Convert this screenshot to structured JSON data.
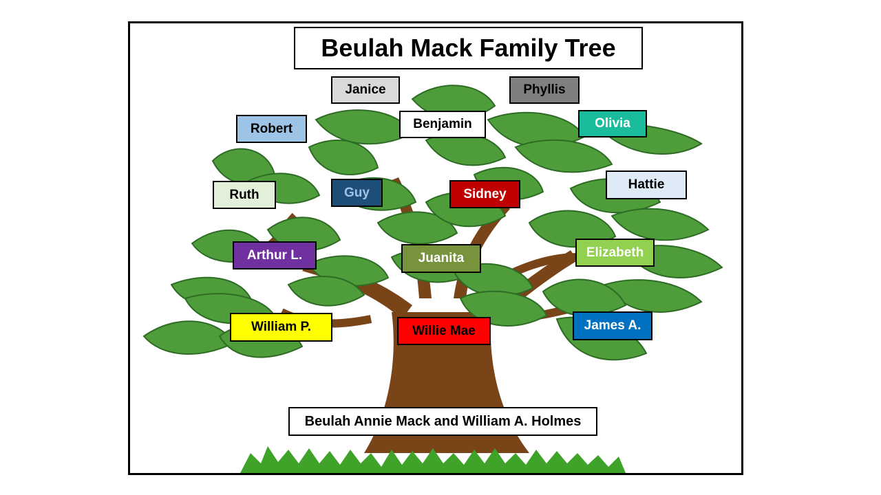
{
  "title": "Beulah Mack Family Tree",
  "root_couple": "Beulah Annie Mack and William A. Holmes",
  "colors": {
    "leaf": "#4e9d3a",
    "leaf_dark": "#2e6b25",
    "trunk": "#7a4419",
    "grass": "#3fa32a"
  },
  "members": [
    {
      "name": "Janice",
      "bg": "#d9d9d9",
      "fg": "#000000"
    },
    {
      "name": "Phyllis",
      "bg": "#7f7f7f",
      "fg": "#000000"
    },
    {
      "name": "Benjamin",
      "bg": "#ffffff",
      "fg": "#000000"
    },
    {
      "name": "Robert",
      "bg": "#9dc3e6",
      "fg": "#000000"
    },
    {
      "name": "Olivia",
      "bg": "#1abc9c",
      "fg": "#ffffff"
    },
    {
      "name": "Ruth",
      "bg": "#e2f0d9",
      "fg": "#000000"
    },
    {
      "name": "Guy",
      "bg": "#1f4e79",
      "fg": "#9dc3e6"
    },
    {
      "name": "Sidney",
      "bg": "#c00000",
      "fg": "#ffffff"
    },
    {
      "name": "Hattie",
      "bg": "#deebf7",
      "fg": "#000000"
    },
    {
      "name": "Arthur L.",
      "bg": "#7030a0",
      "fg": "#ffffff"
    },
    {
      "name": "Juanita",
      "bg": "#77933c",
      "fg": "#ffffff"
    },
    {
      "name": "Elizabeth",
      "bg": "#92d050",
      "fg": "#ffffff"
    },
    {
      "name": "William P.",
      "bg": "#ffff00",
      "fg": "#000000"
    },
    {
      "name": "Willie Mae",
      "bg": "#ff0000",
      "fg": "#000000"
    },
    {
      "name": "James A.",
      "bg": "#0070c0",
      "fg": "#ffffff"
    }
  ]
}
